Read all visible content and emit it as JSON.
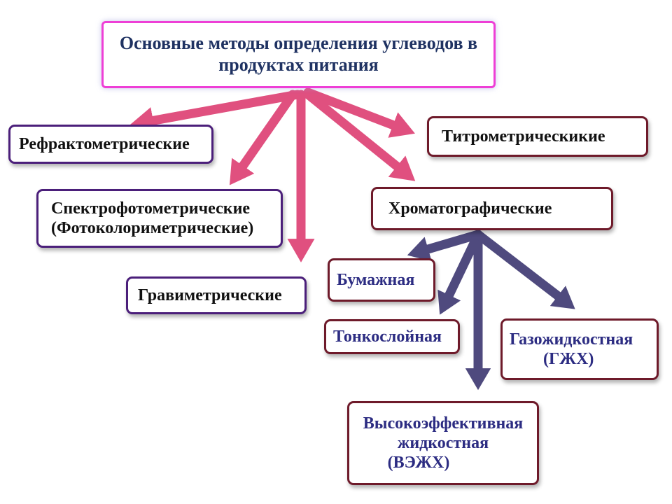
{
  "diagram": {
    "root": {
      "line1": "Основные методы определения углеводов в",
      "line2": "продуктах питания"
    },
    "methods": {
      "refractometric": "Рефрактометрические",
      "spectro_line1": "Спектрофотометрические",
      "spectro_line2": "(Фотоколориметрические)",
      "gravimetric": "Гравиметрические",
      "titrometric": "Титрометрическикие",
      "chromatographic": "Хроматографические"
    },
    "chromatography_types": {
      "paper": "Бумажная",
      "thin_layer": "Тонкослойная",
      "gas_line1": "Газожидкостная",
      "gas_line2": "(ГЖХ)",
      "hplc_line1": "Высокоэффективная",
      "hplc_line2": "жидкостная",
      "hplc_line3": "(ВЭЖХ)"
    },
    "colors": {
      "root_border": "#ee3fd6",
      "root_text": "#1f3262",
      "primary_arrows": "#e0507f",
      "secondary_arrows": "#4f4a7e",
      "purple_border": "#4b1f7a",
      "maroon_border": "#6e1a2a",
      "sub_text": "#2c2c82"
    }
  }
}
